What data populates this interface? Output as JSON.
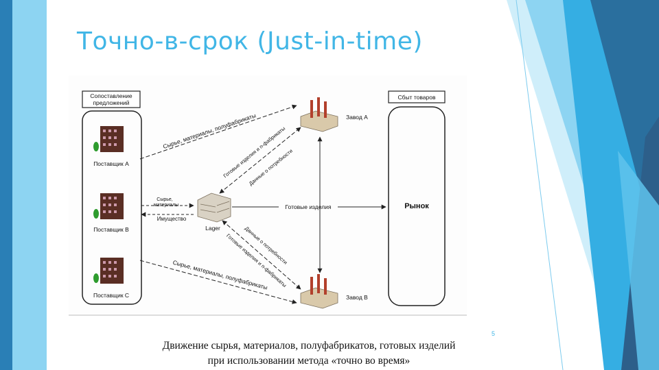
{
  "slide": {
    "title": "Точно-в-срок (Just-in-time)",
    "caption_line1": "Движение сырья, материалов, полуфабрикатов, готовых изделий",
    "caption_line2": "при использовании метода «точно во время»",
    "slide_number": "5"
  },
  "diagram": {
    "left_header_line1": "Сопоставление",
    "left_header_line2": "предложений",
    "right_header": "Сбыт товаров",
    "supplier_a": "Поставщик А",
    "supplier_b": "Поставщик В",
    "supplier_c": "Поставщик С",
    "lager": "Lager",
    "factory_a": "Завод А",
    "factory_b": "Завод В",
    "market": "Рынок",
    "arrow_raw_top": "Сырье, материалы, полуфабрикаты",
    "arrow_raw_bottom": "Сырье, материалы, полуфабрикаты",
    "arrow_ready_goods": "Готовые изделия",
    "arrow_b_raw_line1": "Сырье,",
    "arrow_b_raw_line2": "материалы",
    "arrow_b_property": "Имущество",
    "diag_a_goods": "Готовые изделия и п-фабрикаты",
    "diag_a_demand": "Данные о потребности",
    "diag_b_demand": "Данные о потребности",
    "diag_b_goods": "Готовые изделия и п-фабрикаты"
  },
  "colors": {
    "accent": "#41b6e6",
    "deco_light": "#8dd4f2",
    "deco_mid": "#35aee3",
    "deco_dark": "#2a6f9e",
    "deco_navy": "#2d5f8a",
    "building": "#5a2e24",
    "tree": "#2e9c2e",
    "factory": "#b2402c"
  }
}
